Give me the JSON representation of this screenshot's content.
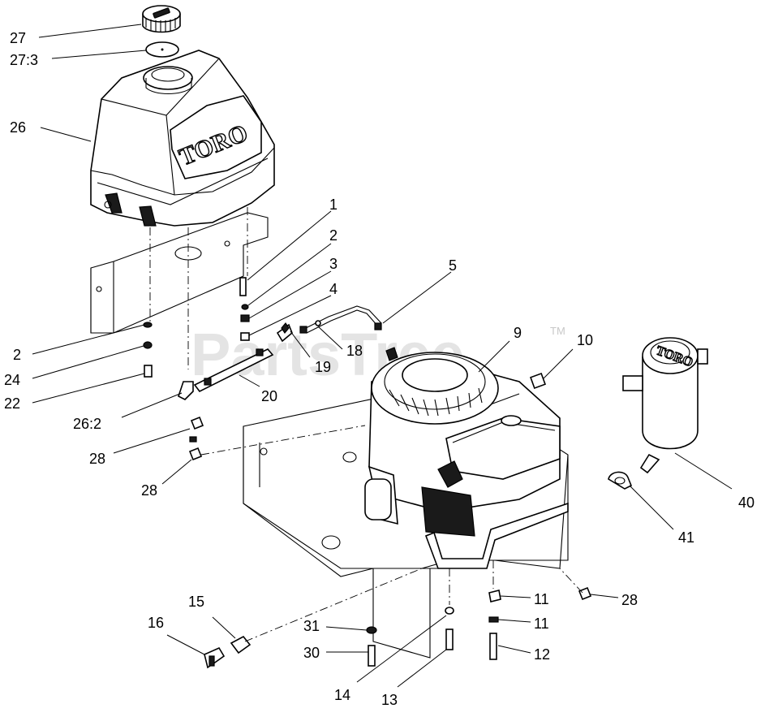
{
  "watermark": {
    "text": "PartsTree",
    "tm": "TM"
  },
  "logos": {
    "fuel_tank": "TORO",
    "canister": "TORO"
  },
  "callouts": {
    "c27": "27",
    "c27_3": "27:3",
    "c26": "26",
    "c1": "1",
    "c2a": "2",
    "c3": "3",
    "c4": "4",
    "c5": "5",
    "c9": "9",
    "c10": "10",
    "c18": "18",
    "c19": "19",
    "c20": "20",
    "c2b": "2",
    "c24": "24",
    "c22": "22",
    "c26_2": "26:2",
    "c28a": "28",
    "c28b": "28",
    "c40": "40",
    "c41": "41",
    "c11a": "11",
    "c11b": "11",
    "c28c": "28",
    "c12": "12",
    "c15": "15",
    "c16": "16",
    "c31": "31",
    "c30": "30",
    "c14": "14",
    "c13": "13"
  }
}
